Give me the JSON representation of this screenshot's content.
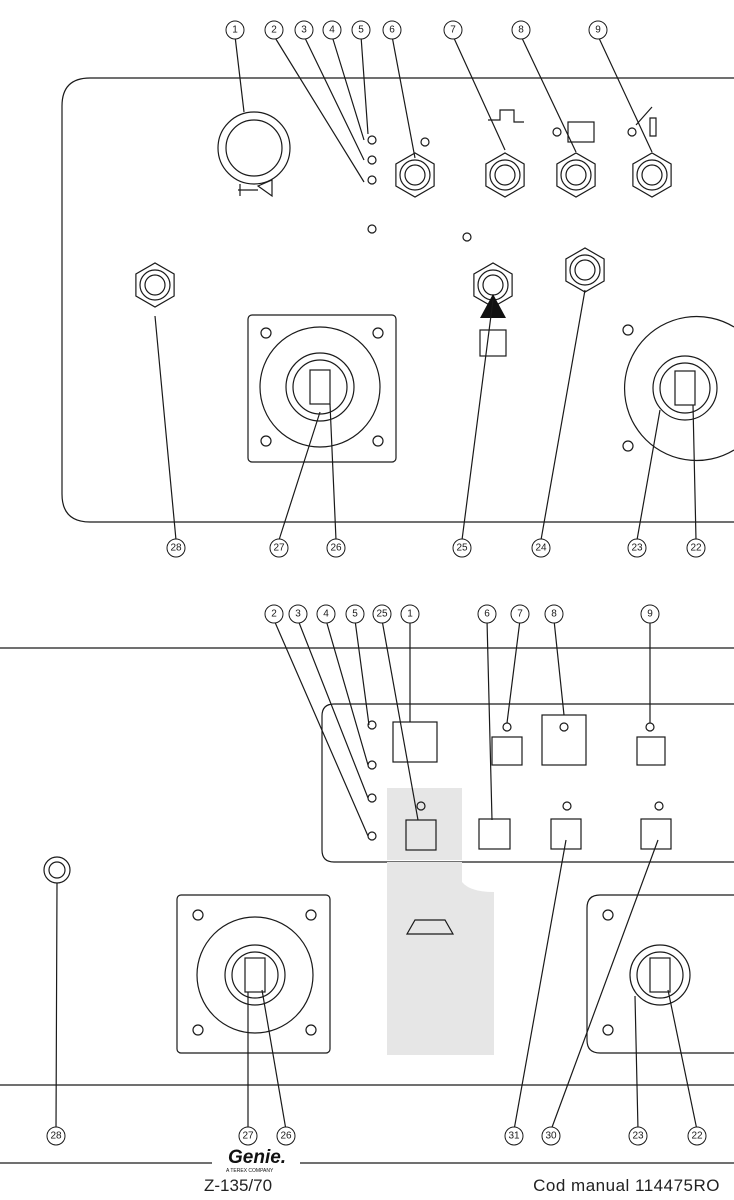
{
  "top_panel": {
    "callouts_top": [
      "1",
      "2",
      "3",
      "4",
      "5",
      "6",
      "7",
      "8",
      "9"
    ],
    "callouts_bottom": [
      "28",
      "27",
      "26",
      "25",
      "24",
      "23",
      "22"
    ]
  },
  "bottom_panel": {
    "callouts_top": [
      "2",
      "3",
      "4",
      "5",
      "25",
      "1",
      "6",
      "7",
      "8",
      "9"
    ],
    "callouts_bottom": [
      "28",
      "27",
      "26",
      "31",
      "30",
      "23",
      "22"
    ]
  },
  "footer": {
    "logo": "Genie.",
    "logo_sub": "A TEREX COMPANY",
    "model": "Z-135/70",
    "code": "Cod manual 114475RO"
  },
  "colors": {
    "line": "#1a1a1a",
    "shade": "#e6e6e6"
  }
}
